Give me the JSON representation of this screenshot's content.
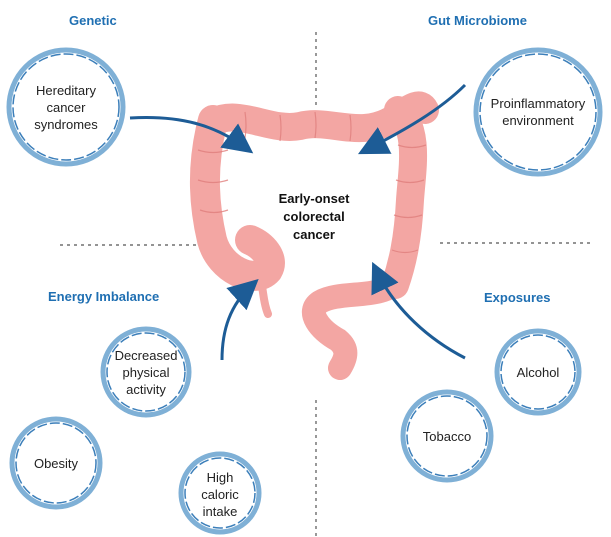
{
  "colors": {
    "heading": "#1f6fb2",
    "circle_outer": "#7fb0d6",
    "circle_inner": "#3c7fba",
    "arrow": "#1d5c96",
    "colon": "#f3a6a3",
    "colon_dark": "#e07f7d",
    "divider": "#555555"
  },
  "center": {
    "label": "Early-onset\ncolorectal\ncancer"
  },
  "categories": {
    "genetic": "Genetic",
    "microbiome": "Gut Microbiome",
    "energy": "Energy Imbalance",
    "exposures": "Exposures"
  },
  "factors": {
    "hereditary": "Hereditary\ncancer\nsyndromes",
    "proinflammatory": "Proinflammatory\nenvironment",
    "physical": "Decreased\nphysical\nactivity",
    "obesity": "Obesity",
    "caloric": "High\ncaloric\nintake",
    "alcohol": "Alcohol",
    "tobacco": "Tobacco"
  }
}
